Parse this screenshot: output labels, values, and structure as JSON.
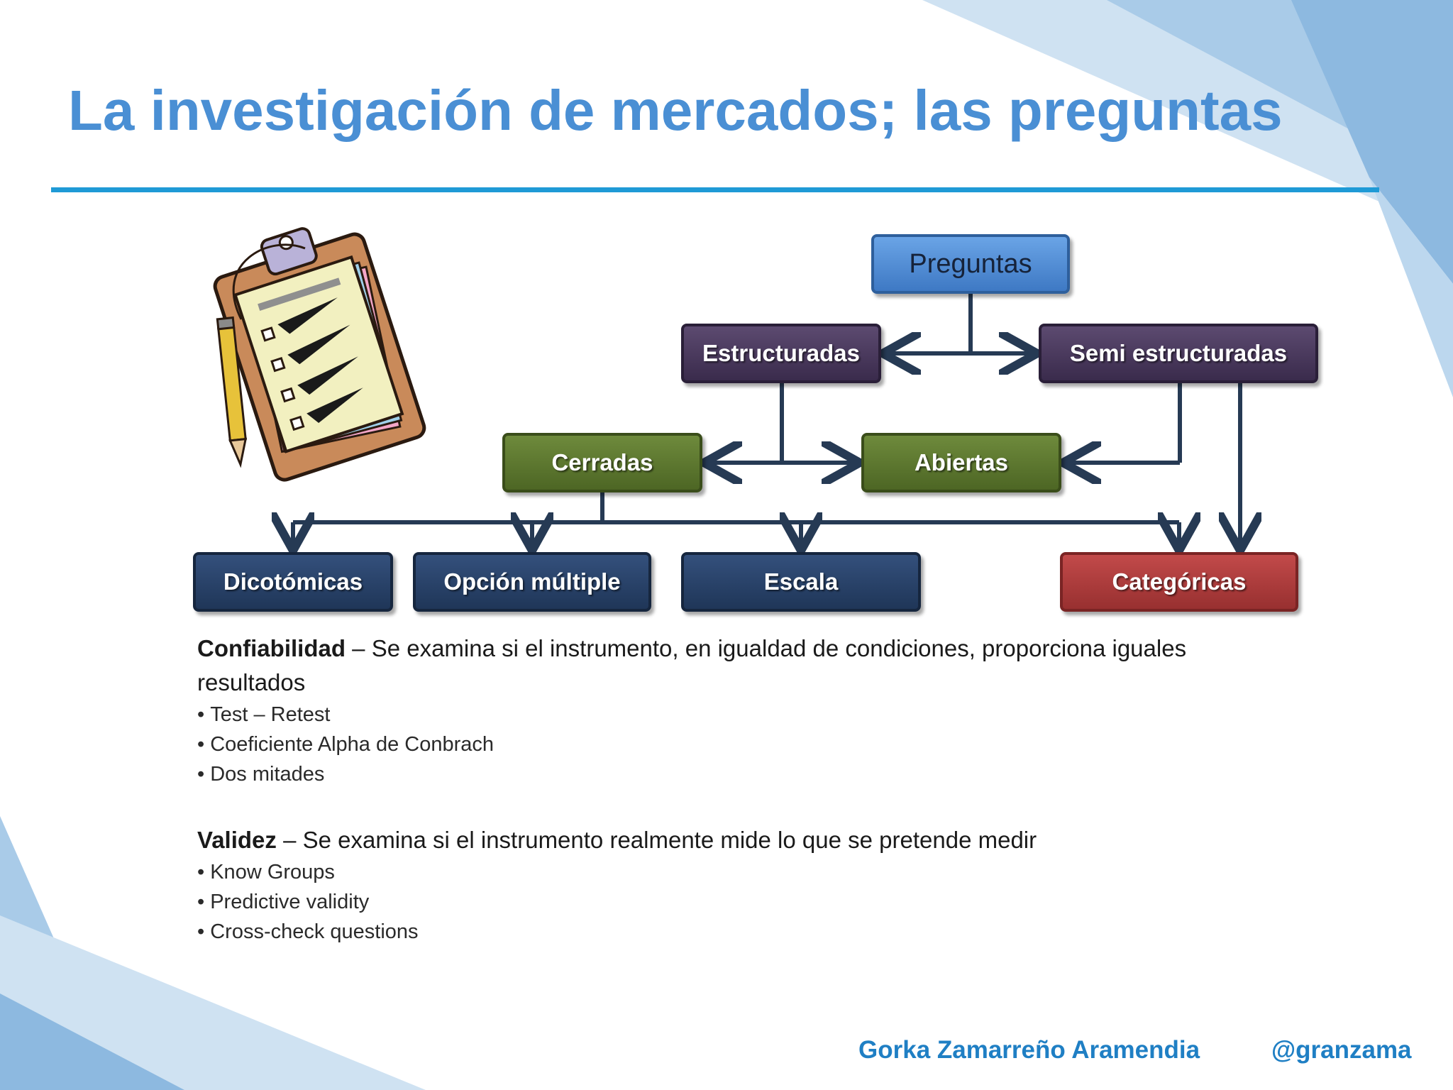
{
  "slide": {
    "title": "La investigación de mercados; las preguntas"
  },
  "diagram": {
    "root": "Preguntas",
    "level1": [
      "Estructuradas",
      "Semi estructuradas"
    ],
    "level2": [
      "Cerradas",
      "Abiertas"
    ],
    "level3": [
      "Dicotómicas",
      "Opción múltiple",
      "Escala",
      "Categóricas"
    ]
  },
  "confiabilidad": {
    "term": "Confiabilidad",
    "description": "– Se examina si el instrumento, en igualdad de condiciones, proporciona iguales resultados",
    "items": [
      "Test – Retest",
      "Coeficiente Alpha de Conbrach",
      "Dos mitades"
    ]
  },
  "validez": {
    "term": "Validez",
    "description": "– Se examina si el instrumento realmente mide lo que se pretende medir",
    "items": [
      "Know Groups",
      "Predictive validity",
      "Cross-check questions"
    ]
  },
  "footer": {
    "author": "Gorka Zamarreño Aramendia",
    "handle": "@granzama"
  },
  "colors": {
    "title": "#4a8fd4",
    "rule": "#1f9ad6",
    "footer": "#1f7fc4",
    "structured_node": "#4a3a5e",
    "closed_open_node": "#5d7a2e",
    "type_node": "#2a4268",
    "categoricas_node": "#b03c3c"
  }
}
